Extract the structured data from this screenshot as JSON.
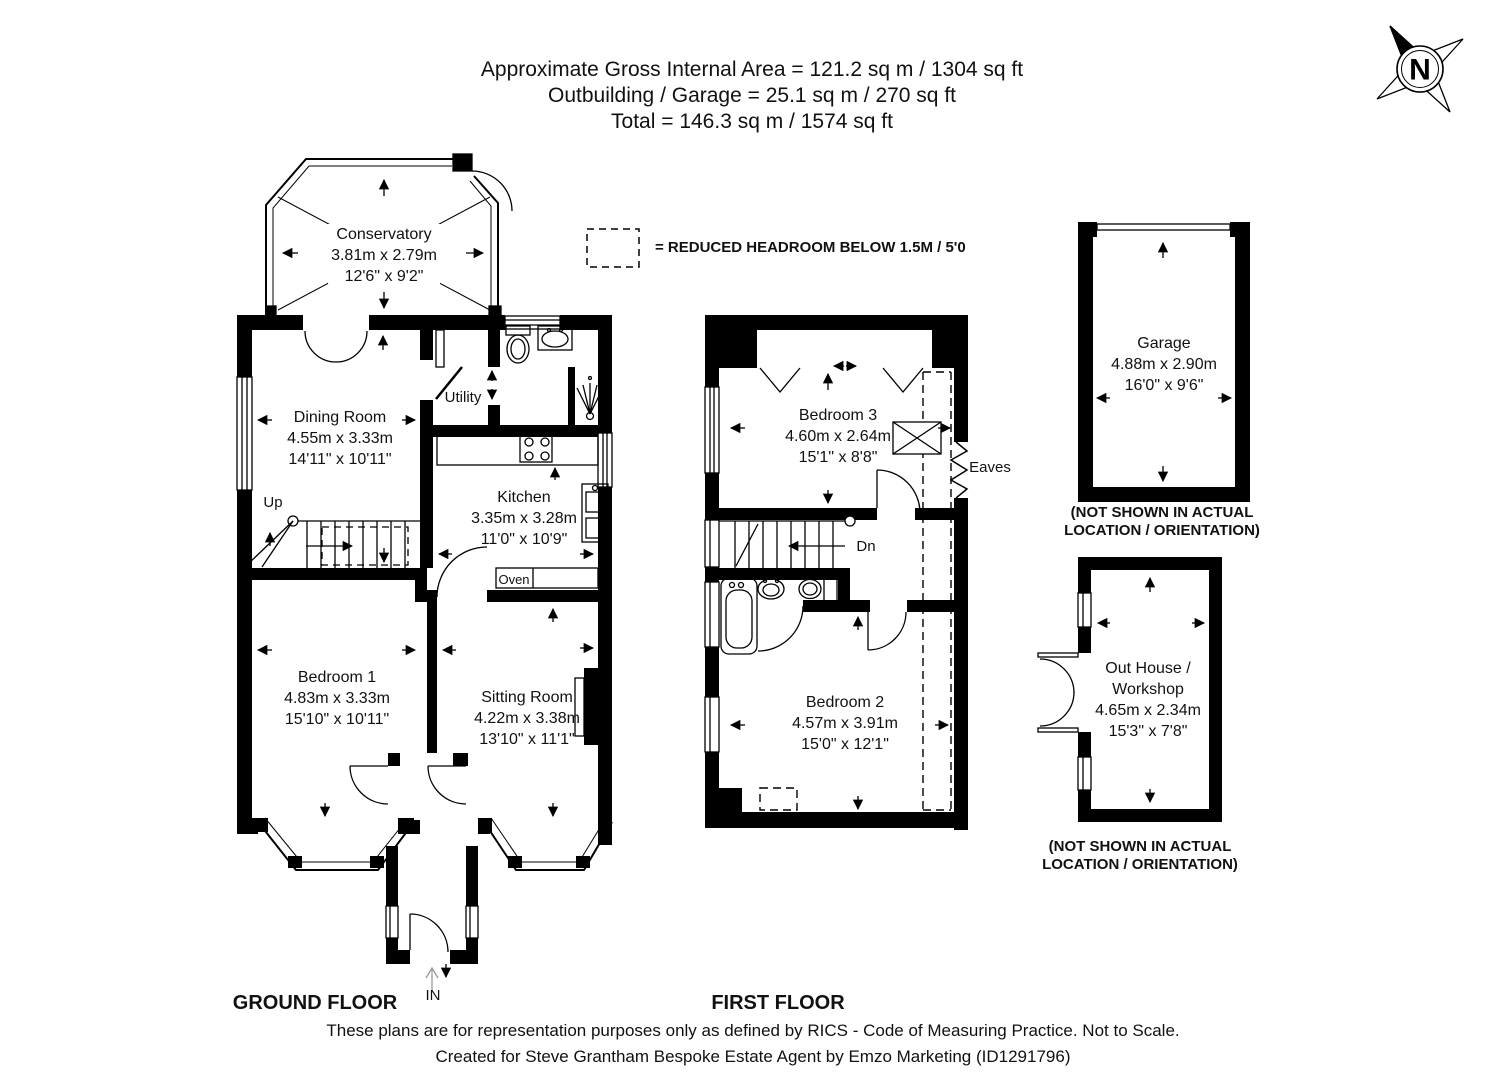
{
  "header": {
    "line1": "Approximate Gross Internal Area = 121.2 sq m / 1304 sq ft",
    "line2": "Outbuilding / Garage = 25.1 sq m / 270 sq ft",
    "line3": "Total = 146.3 sq m / 1574 sq ft"
  },
  "compass": {
    "letter": "N"
  },
  "legend": {
    "label": "= REDUCED HEADROOM BELOW 1.5M / 5'0"
  },
  "rooms": {
    "conservatory": {
      "name": "Conservatory",
      "metric": "3.81m x 2.79m",
      "imperial": "12'6\" x 9'2\""
    },
    "dining": {
      "name": "Dining Room",
      "metric": "4.55m x 3.33m",
      "imperial": "14'11\" x 10'11\""
    },
    "utility": {
      "name": "Utility"
    },
    "kitchen": {
      "name": "Kitchen",
      "metric": "3.35m x 3.28m",
      "imperial": "11'0\" x 10'9\""
    },
    "bedroom1": {
      "name": "Bedroom 1",
      "metric": "4.83m x 3.33m",
      "imperial": "15'10\" x 10'11\""
    },
    "sitting": {
      "name": "Sitting Room",
      "metric": "4.22m x 3.38m",
      "imperial": "13'10\" x 11'1\""
    },
    "bedroom3": {
      "name": "Bedroom 3",
      "metric": "4.60m x 2.64m",
      "imperial": "15'1\" x 8'8\""
    },
    "bedroom2": {
      "name": "Bedroom 2",
      "metric": "4.57m x 3.91m",
      "imperial": "15'0\" x 12'1\""
    },
    "garage": {
      "name": "Garage",
      "metric": "4.88m x 2.90m",
      "imperial": "16'0\" x 9'6\""
    },
    "outhouse": {
      "name1": "Out House /",
      "name2": "Workshop",
      "metric": "4.65m x 2.34m",
      "imperial": "15'3\" x 7'8\""
    }
  },
  "labels": {
    "up": "Up",
    "dn": "Dn",
    "entrance": "IN",
    "oven": "Oven",
    "eaves": "Eaves"
  },
  "note": {
    "line1": "(NOT SHOWN IN ACTUAL",
    "line2": "LOCATION / ORIENTATION)"
  },
  "floor_titles": {
    "ground": "GROUND FLOOR",
    "first": "FIRST FLOOR"
  },
  "footer": {
    "line1": "These plans are for representation purposes only as defined by RICS - Code of Measuring Practice. Not to Scale.",
    "line2": "Created for Steve Grantham Bespoke Estate Agent by Emzo Marketing (ID1291796)"
  }
}
